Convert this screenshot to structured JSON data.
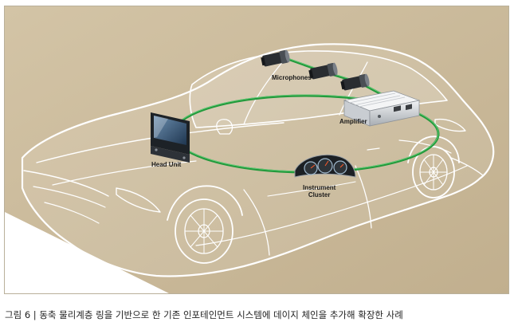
{
  "labels": {
    "microphones": "Microphones",
    "amplifier": "Amplifier",
    "head_unit": "Head Unit",
    "instrument_cluster_line1": "Instrument",
    "instrument_cluster_line2": "Cluster"
  },
  "caption": "그림 6 | 동축 물리계층 링을 기반으로 한 기존 인포테인먼트 시스템에 데이지 체인을 추가해 확장한 사례",
  "colors": {
    "background_beige": "#c7b697",
    "car_line": "#ffffff",
    "ring_green": "#239a3c",
    "frame_border": "#b9b09a"
  },
  "icons": [
    "microphone-icon",
    "amplifier-icon",
    "head-unit-icon",
    "instrument-cluster-icon"
  ]
}
